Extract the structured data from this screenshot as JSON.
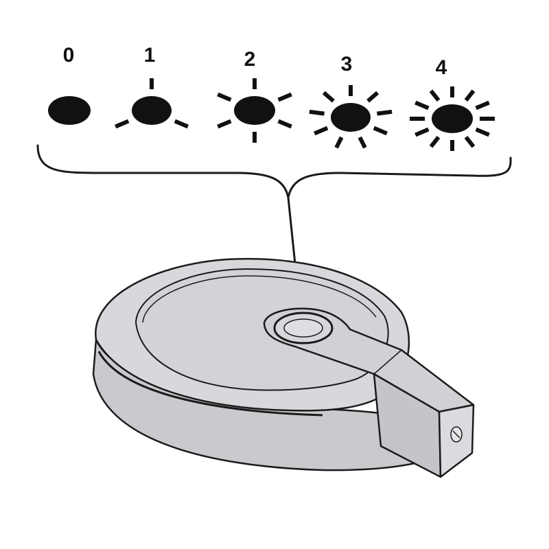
{
  "levels": [
    {
      "label": "0",
      "rays": 0
    },
    {
      "label": "1",
      "rays": 3
    },
    {
      "label": "2",
      "rays": 6
    },
    {
      "label": "3",
      "rays": 9
    },
    {
      "label": "4",
      "rays": 12
    }
  ],
  "colors": {
    "ink": "#111111",
    "body_fill": "#d3d5d8",
    "body_shade": "#c4c6ca",
    "outline": "#1a1a1a",
    "background": "#ffffff"
  }
}
